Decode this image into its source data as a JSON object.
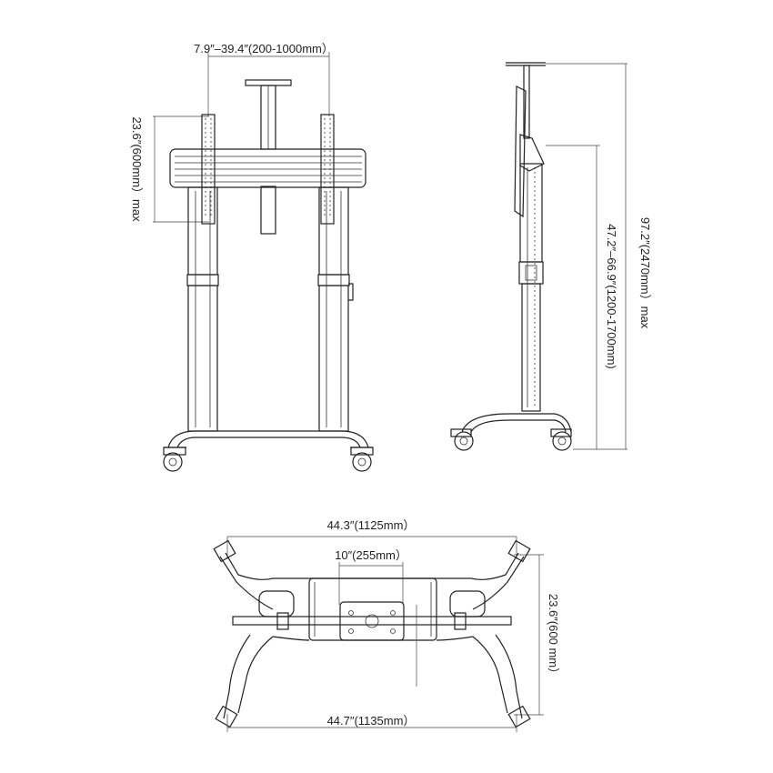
{
  "dimensions": {
    "front_mount_width": "7.9″–39.4″(200-1000mm）",
    "front_mount_height": "23.6″(600mm）max",
    "side_total_height": "97.2″(2470mm）max",
    "side_center_height": "47.2″–66.9″(1200-1700mm)",
    "base_top_width": "44.3″(1125mm）",
    "base_inner_width": "10″(255mm）",
    "base_depth": "23.6″(600 mm）",
    "base_bottom_width": "44.7″(1135mm）"
  },
  "colors": {
    "line": "#222222",
    "background": "#ffffff"
  }
}
